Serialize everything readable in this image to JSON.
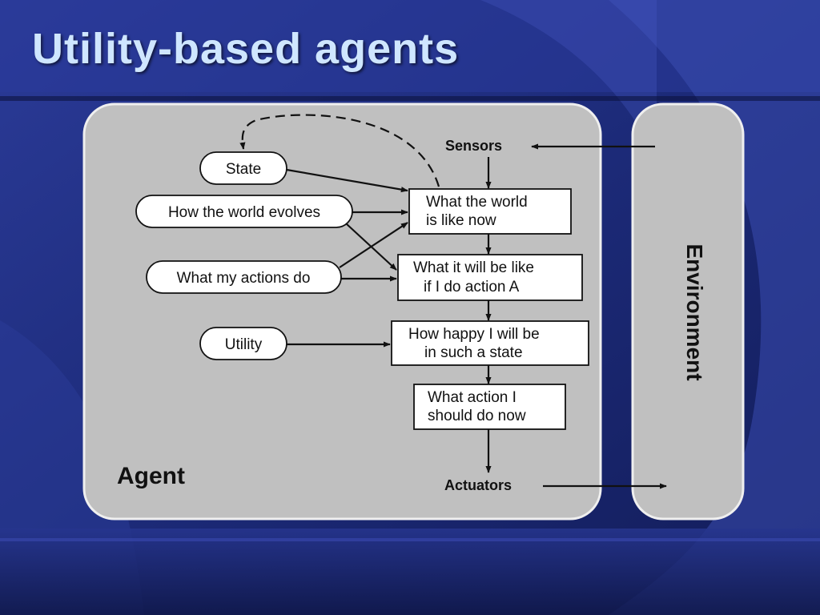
{
  "slide": {
    "title": "Utility-based agents"
  },
  "diagram": {
    "agent_label": "Agent",
    "environment_label": "Environment",
    "sensors_label": "Sensors",
    "actuators_label": "Actuators",
    "inputs": {
      "state": "State",
      "world_evolves": "How the world evolves",
      "actions_do": "What my actions do",
      "utility": "Utility"
    },
    "boxes": {
      "world_now": [
        "What the world",
        "is like now"
      ],
      "action_a": [
        "What it will be like",
        "if I do action A"
      ],
      "happy": [
        "How happy I will be",
        "in such a state"
      ],
      "action_now": [
        "What action I",
        "should do now"
      ]
    }
  },
  "colors": {
    "background": "#1c2a78",
    "panel": "#c0c0c0",
    "title": "#cfe6ff"
  }
}
